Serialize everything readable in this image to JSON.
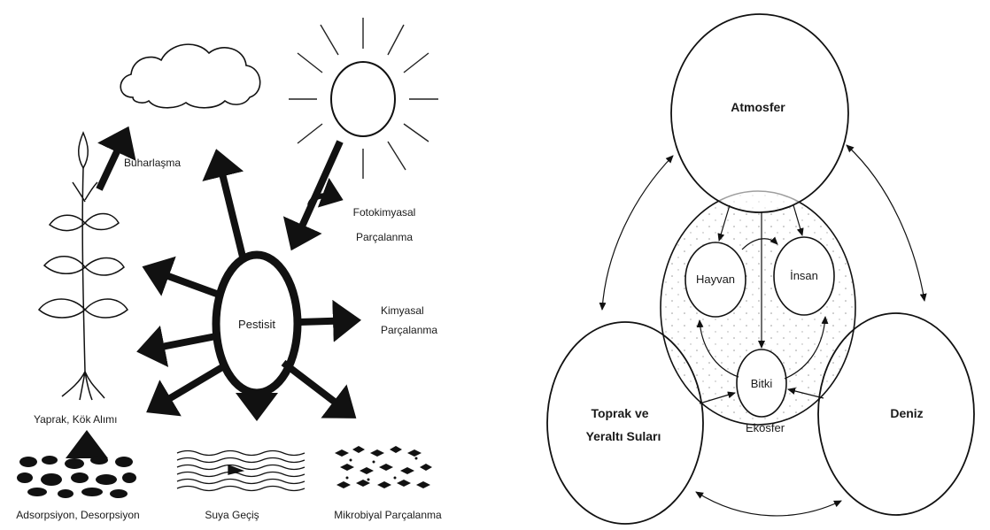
{
  "left": {
    "center": "Pestisit",
    "labels": {
      "evaporation": "Buharlaşma",
      "photo_line1": "Fotokimyasal",
      "photo_line2": "Parçalanma",
      "chem_line1": "Kimyasal",
      "chem_line2": "Parçalanma",
      "uptake": "Yaprak, Kök Alımı",
      "adsorption": "Adsorpsiyon, Desorpsiyon",
      "water": "Suya Geçiş",
      "microbial": "Mikrobiyal Parçalanma"
    }
  },
  "right": {
    "atmosphere": "Atmosfer",
    "animal": "Hayvan",
    "human": "İnsan",
    "plant": "Bitki",
    "soil_line1": "Toprak ve",
    "soil_line2": "Yeraltı Suları",
    "sea": "Deniz",
    "ecosphere": "Ekosfer"
  }
}
